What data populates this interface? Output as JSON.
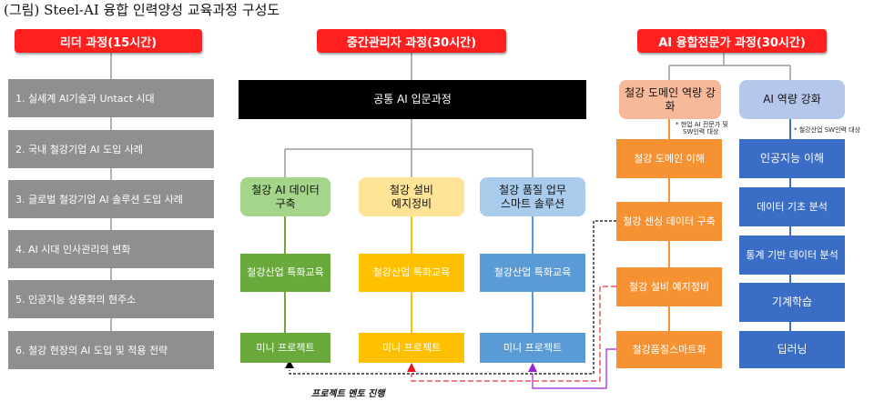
{
  "caption": "(그림) Steel-AI 융합 인력양성 교육과정 구성도",
  "headers": {
    "leader": "리더 과정(15시간)",
    "manager": "중간관리자 과정(30시간)",
    "expert": "AI 융합전문가 과정(30시간)"
  },
  "leader_items": [
    "1. 실세계 AI기술과 Untact 시대",
    "2. 국내 철강기업 AI 도입 사례",
    "3. 글로벌 철강기업 AI 솔루션 도입 사례",
    "4. AI 시대 인사관리의 변화",
    "5. 인공지능 상용화의 현주소",
    "6. 철강 현장의 AI 도입 및 적용 전략"
  ],
  "manager": {
    "common": "공통 AI 입문과정",
    "tracks": [
      {
        "title_l1": "철강 AI 데이터",
        "title_l2": "구축",
        "edu": "철강산업 특화교육",
        "project": "미니 프로젝트"
      },
      {
        "title_l1": "철강 설비",
        "title_l2": "예지정비",
        "edu": "철강산업 특화교육",
        "project": "미니 프로젝트"
      },
      {
        "title_l1": "철강 품질 업무",
        "title_l2": "스마트 솔루션",
        "edu": "철강산업 특화교육",
        "project": "미니 프로젝트"
      }
    ],
    "mentor_label": "프로젝트 멘토 진행"
  },
  "expert": {
    "domain_title_l1": "철강 도메인 역량 강",
    "domain_title_l2": "화",
    "domain_note_l1": "* 현업 AI 전문가 및",
    "domain_note_l2": "SW인력 대상",
    "domain_items": [
      "철강 도메인 이해",
      "철강 센싱 데이터 구축",
      "철강 설비 예지정비",
      "철강품질스마트화"
    ],
    "ai_title": "AI 역량 강화",
    "ai_note": "* 철강산업 SW인력 대상",
    "ai_items": [
      "인공지능 이해",
      "데이터 기초 분석",
      "통계 기반 데이터 분석",
      "기계학습",
      "딥러닝"
    ]
  },
  "colors": {
    "header_red": "#ff1f1f",
    "gray": "#8f8f8f",
    "green": "#6aaa3c",
    "green_light": "#a5d58a",
    "yellow": "#ffc000",
    "yellow_light": "#ffe397",
    "blue": "#5b9bd5",
    "blue_light": "#a9cbec",
    "orange": "#f79232",
    "orange_light": "#f8b99a",
    "navy": "#3a6dc6",
    "navy_light": "#b5c7ea"
  }
}
